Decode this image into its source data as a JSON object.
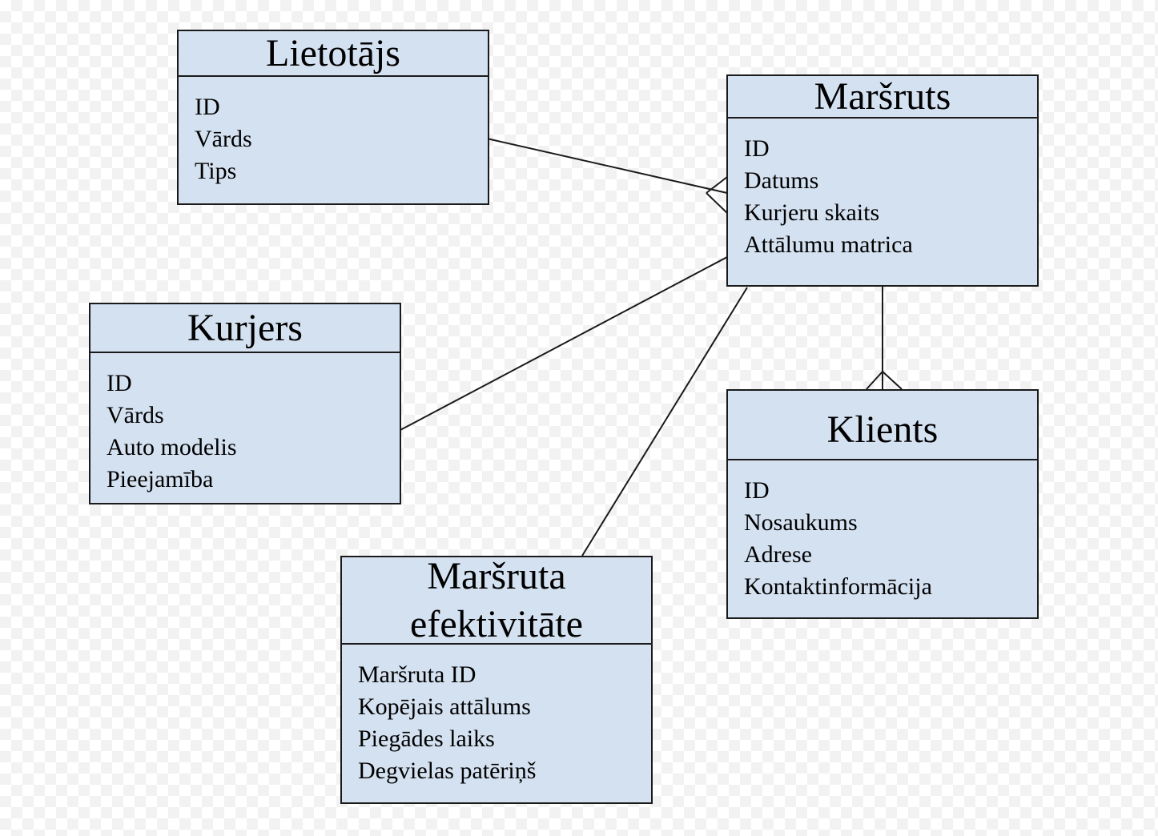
{
  "entities": {
    "lietotajs": {
      "title": "Lietotājs",
      "attributes": [
        "ID",
        "Vārds",
        "Tips"
      ]
    },
    "marsruts": {
      "title": "Maršruts",
      "attributes": [
        "ID",
        "Datums",
        "Kurjeru skaits",
        "Attālumu matrica"
      ]
    },
    "kurjers": {
      "title": "Kurjers",
      "attributes": [
        "ID",
        "Vārds",
        "Auto modelis",
        "Pieejamība"
      ]
    },
    "klients": {
      "title": "Klients",
      "attributes": [
        "ID",
        "Nosaukums",
        "Adrese",
        "Kontaktinformācija"
      ]
    },
    "efektivitate": {
      "title": "Maršruta\nefektivitāte",
      "attributes": [
        "Maršruta ID",
        "Kopējais attālums",
        "Piegādes laiks",
        "Degvielas patēriņš"
      ]
    }
  },
  "relationships": [
    {
      "from": "lietotajs",
      "to": "marsruts",
      "to_end": "crows-foot"
    },
    {
      "from": "kurjers",
      "to": "marsruts",
      "to_end": "none"
    },
    {
      "from": "efektivitate",
      "to": "marsruts",
      "to_end": "none"
    },
    {
      "from": "marsruts",
      "to": "klients",
      "to_end": "crows-foot"
    }
  ],
  "colors": {
    "entity_fill": "#d4e1f1",
    "stroke": "#1a1a1a"
  }
}
